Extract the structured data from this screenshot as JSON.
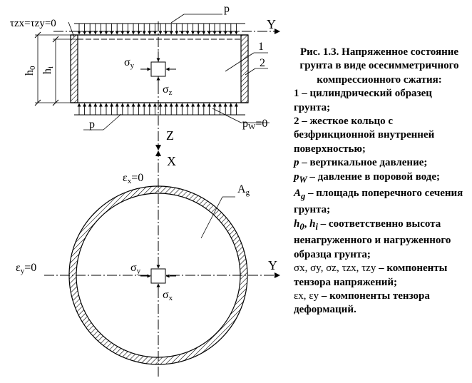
{
  "diagram": {
    "top": {
      "tau_label": "τzx=τzy=0",
      "p_top": "p",
      "p_bottom": "p",
      "axis_y": "Y",
      "axis_z": "Z",
      "h0_main": "h",
      "h0_sub": "0",
      "hi_main": "h",
      "hi_sub": "i",
      "label_1": "1",
      "label_2": "2",
      "sigma_y_main": "σ",
      "sigma_y_sub": "y",
      "sigma_z_main": "σ",
      "sigma_z_sub": "z",
      "pw_main": "p",
      "pw_sub": "W",
      "pw_eq": "=0"
    },
    "bottom": {
      "axis_x": "X",
      "axis_y": "Y",
      "eps_x_main": "ε",
      "eps_x_sub": "x",
      "eps_x_eq": "=0",
      "eps_y_main": "ε",
      "eps_y_sub": "y",
      "eps_y_eq": "=0",
      "ag_main": "A",
      "ag_sub": "g",
      "sigma_y_main": "σ",
      "sigma_y_sub": "y",
      "sigma_x_main": "σ",
      "sigma_x_sub": "x"
    }
  },
  "caption": {
    "title": "Рис. 1.3. Напряженное состояние грунта в виде осесимметричного компрессионного сжатия:",
    "item1": "1 – цилиндрический образец грунта;",
    "item2": "2 – жесткое кольцо с безфрикционной внутренней поверхностью;",
    "item_p_sym": "p",
    "item_p_text": " – вертикальное давление;",
    "item_pw_sym": "p",
    "item_pw_sub": "W",
    "item_pw_text": " – давление в поровой воде;",
    "item_ag_sym": "A",
    "item_ag_sub": "g",
    "item_ag_text": " – площадь поперечного сечения грунта;",
    "item_h0_sym": "h",
    "item_h0_sub": "0",
    "item_hi_sym": "h",
    "item_hi_sub": "i",
    "item_h_text": " – соответственно высота ненагруженного и нагруженного образца грунта;",
    "item_sigma_syms": "σx, σy, σz, τzx, τzy",
    "item_sigma_text": " – компоненты тензора напряжений;",
    "item_eps_syms": "εx, εy",
    "item_eps_text": " – компоненты тензора деформаций."
  }
}
